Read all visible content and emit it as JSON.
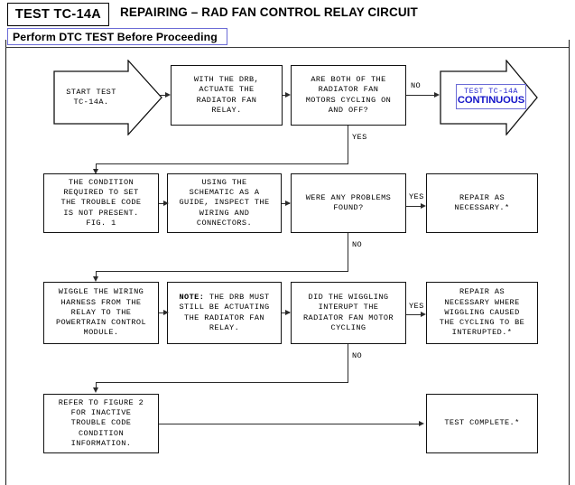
{
  "header": {
    "test_id": "TEST TC-14A",
    "title": "REPAIRING – RAD FAN CONTROL RELAY CIRCUIT",
    "notice": "Perform DTC TEST Before Proceeding",
    "notice_border_color": "#6b6bd6"
  },
  "nodes": {
    "start": {
      "shape": "pentagon-arrow",
      "text": "START TEST\nTC-14A."
    },
    "actuate": {
      "shape": "rect",
      "text": "WITH THE DRB,\nACTUATE THE\nRADIATOR FAN\nRELAY."
    },
    "both_cycling": {
      "shape": "rect",
      "text": "ARE BOTH OF THE\nRADIATOR FAN\nMOTORS CYCLING ON\nAND OFF?"
    },
    "continuous": {
      "shape": "pentagon-arrow",
      "link_line1": "TEST  TC-14A",
      "link_line2": "CONTINUOUS",
      "link_color": "#1414c8",
      "link_border_color": "#6b6bd6"
    },
    "condition_not_present": {
      "shape": "rect",
      "text": "THE CONDITION\nREQUIRED TO SET\nTHE TROUBLE CODE\nIS NOT PRESENT.\nFIG. 1"
    },
    "inspect_wiring": {
      "shape": "rect",
      "text": "USING THE\nSCHEMATIC AS A\nGUIDE, INSPECT THE\nWIRING AND\nCONNECTORS."
    },
    "problems_found": {
      "shape": "rect",
      "text": "WERE ANY PROBLEMS\nFOUND?"
    },
    "repair_necessary": {
      "shape": "rect",
      "text": "REPAIR AS\nNECESSARY.*"
    },
    "wiggle_harness": {
      "shape": "rect",
      "text": "WIGGLE THE WIRING\nHARNESS FROM THE\nRELAY TO THE\nPOWERTRAIN CONTROL\nMODULE."
    },
    "note_drb": {
      "shape": "rect",
      "note_label": "NOTE:",
      "text": " THE DRB MUST\nSTILL BE ACTUATING\nTHE RADIATOR FAN\nRELAY."
    },
    "wiggling_interrupt": {
      "shape": "rect",
      "text": "DID THE WIGGLING\nINTERUPT THE\nRADIATOR FAN MOTOR\nCYCLING"
    },
    "repair_wiggling": {
      "shape": "rect",
      "text": "REPAIR AS\nNECESSARY WHERE\nWIGGLING CAUSED\nTHE CYCLING TO BE\nINTERUPTED.*"
    },
    "refer_figure2": {
      "shape": "rect",
      "text": "REFER TO FIGURE 2\nFOR INACTIVE\nTROUBLE CODE\nCONDITION\nINFORMATION."
    },
    "test_complete": {
      "shape": "rect",
      "text": "TEST COMPLETE.*"
    }
  },
  "edge_labels": {
    "no_1": "NO",
    "yes_1": "YES",
    "yes_2": "YES",
    "no_2": "NO",
    "yes_3": "YES",
    "no_3": "NO"
  }
}
